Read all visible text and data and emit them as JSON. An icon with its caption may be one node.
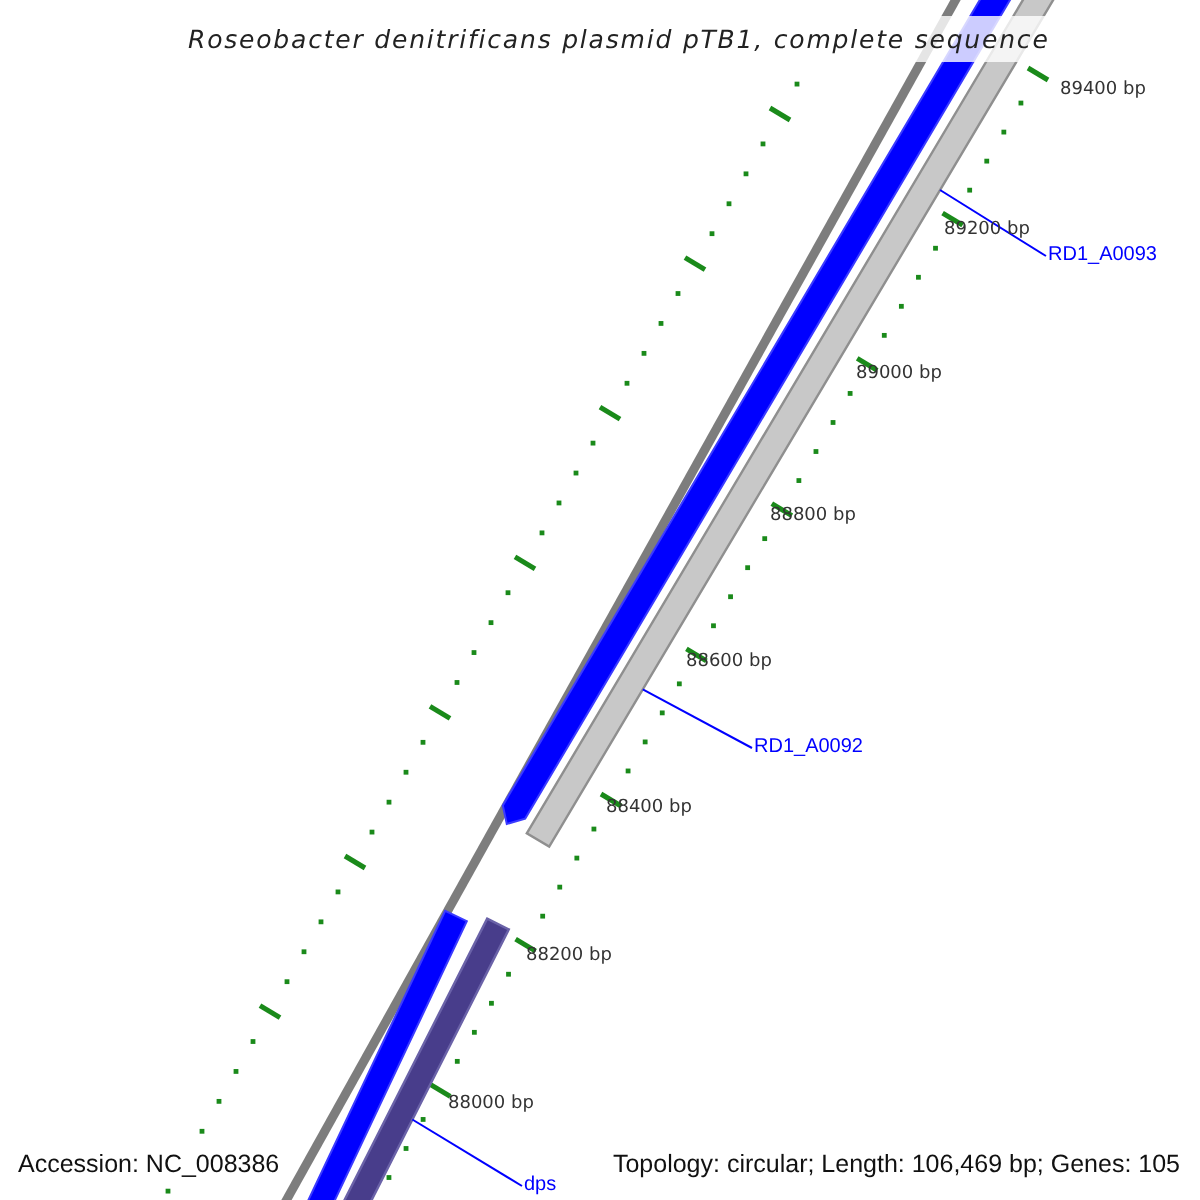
{
  "diagram": {
    "title": "Roseobacter denitrificans plasmid pTB1, complete sequence",
    "nodes": [
      {
        "text": [
          "RD1_A0093"
        ]
      },
      {
        "text": [
          "RD1_A0092"
        ]
      },
      {
        "text": [
          "dps"
        ]
      },
      {
        "text": [],
        "shape": "bar"
      },
      {
        "text": [],
        "shape": "bar"
      }
    ],
    "edges": [
      {
        "from": 0,
        "to": 3,
        "arrow": "none"
      },
      {
        "from": 1,
        "to": 3,
        "arrow": "none"
      },
      {
        "from": 2,
        "to": 4,
        "arrow": "none"
      }
    ],
    "labels": [
      "89400 bp",
      "89200 bp",
      "89000 bp",
      "88800 bp",
      "88600 bp",
      "88400 bp",
      "88200 bp",
      "88000 bp",
      "Accession: NC_008386",
      "Topology: circular; Length: 106,469 bp; Genes: 105"
    ]
  }
}
